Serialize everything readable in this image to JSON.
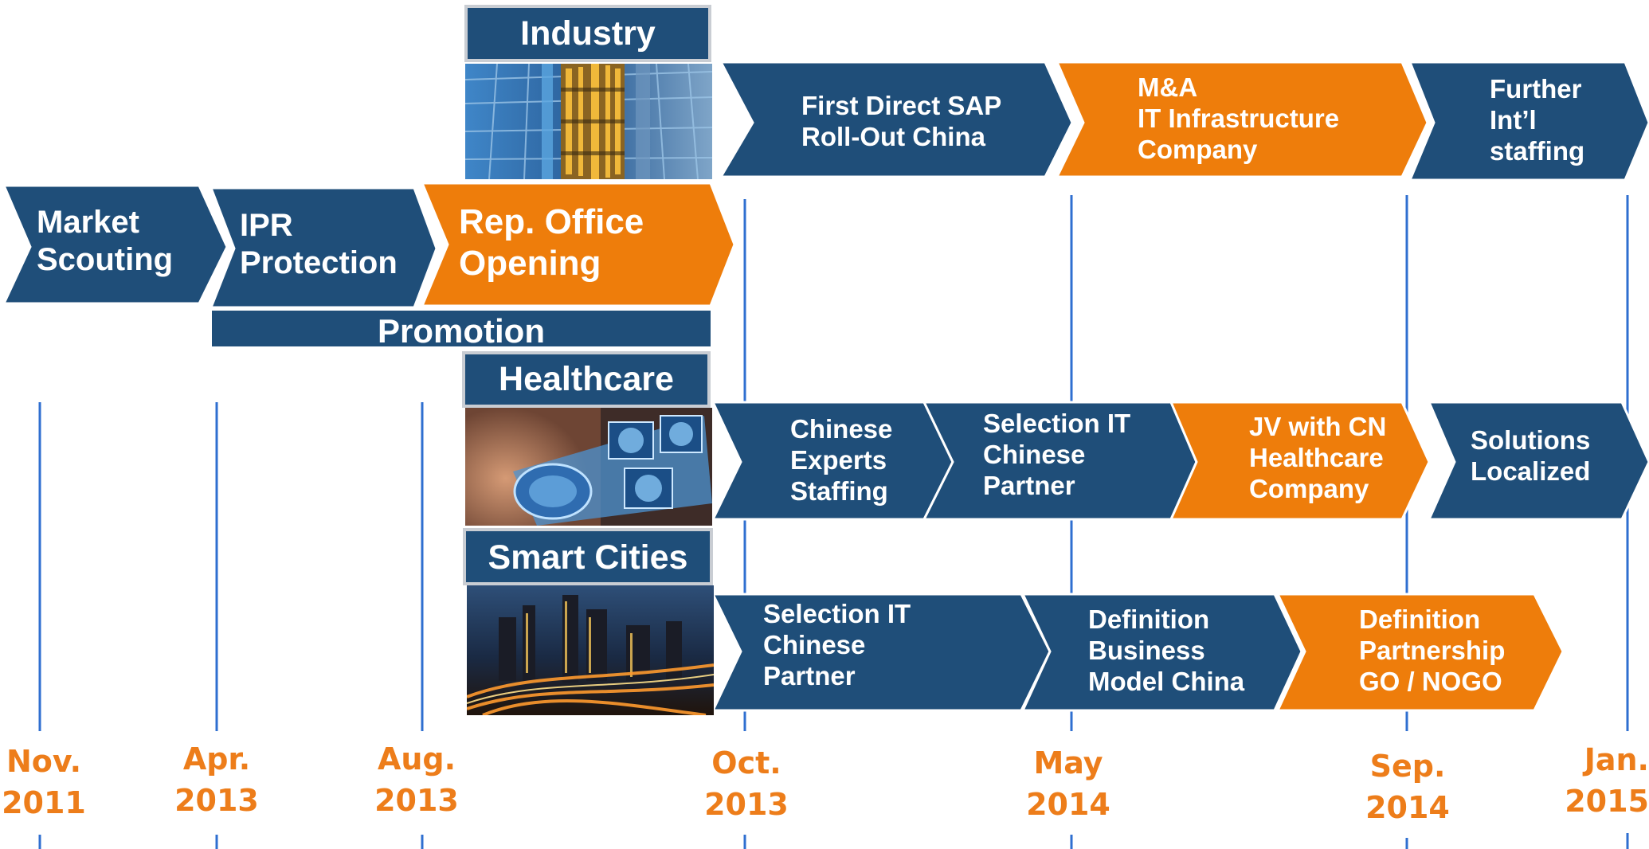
{
  "colors": {
    "blue": "#1F4E79",
    "orange": "#EE7D0B",
    "date_text": "#ED7D1A",
    "timeline_line": "#2F6FD0",
    "header_border": "#C9CDD3"
  },
  "sectors": {
    "industry": "Industry",
    "promotion": "Promotion",
    "healthcare": "Healthcare",
    "smart_cities": "Smart Cities"
  },
  "phases": {
    "market_scouting": "Market\nScouting",
    "ipr_protection": "IPR\nProtection",
    "rep_office_opening": "Rep. Office\nOpening"
  },
  "industry_steps": {
    "sap_rollout": "First Direct SAP\nRoll-Out China",
    "m_and_a": "M&A\nIT Infrastructure\nCompany",
    "staffing": "Further\nInt’l\nstaffing"
  },
  "healthcare_steps": {
    "experts": "Chinese\nExperts\nStaffing",
    "selection": "Selection IT\nChinese\nPartner",
    "jv": "JV with CN\nHealthcare\nCompany",
    "solutions": "Solutions\nLocalized"
  },
  "smart_cities_steps": {
    "selection": "Selection IT\nChinese\nPartner",
    "business_model": "Definition\nBusiness\nModel China",
    "partnership": "Definition\nPartnership\nGO / NOGO"
  },
  "images": {
    "industry": "industrial-warehouse-photo",
    "healthcare": "medical-imaging-photo",
    "smart_cities": "night-city-skyline-photo"
  },
  "dates": {
    "nov_2011": "Nov.\n2011",
    "apr_2013": "Apr.\n2013",
    "aug_2013": "Aug.\n2013",
    "oct_2013": "Oct.\n2013",
    "may_2014": "May\n2014",
    "sep_2014": "Sep.\n2014",
    "jan_2015": "Jan.\n2015"
  }
}
